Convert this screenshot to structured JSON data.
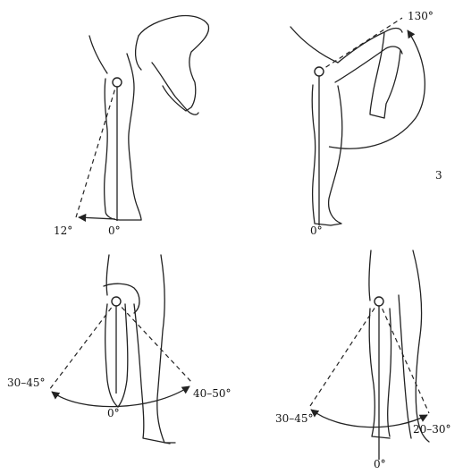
{
  "panels": {
    "extension": {
      "neutral_label": "0°",
      "limit_label": "12°"
    },
    "flexion": {
      "neutral_label": "0°",
      "limit_label": "130°",
      "figure_number": "3"
    },
    "abduction_adduction": {
      "neutral_label": "0°",
      "left_label": "30–45°",
      "right_label": "40–50°"
    },
    "rotation": {
      "neutral_label": "0°",
      "left_label": "30–45°",
      "right_label": "20–30°"
    }
  }
}
